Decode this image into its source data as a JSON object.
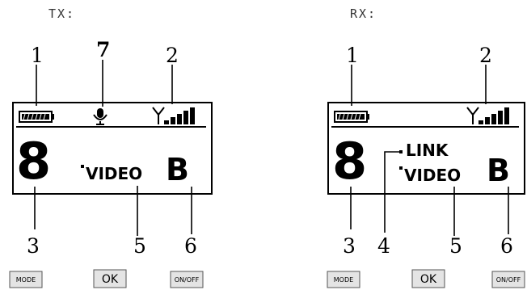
{
  "panels": {
    "tx": {
      "title": "TX:",
      "callouts": [
        "1",
        "7",
        "2",
        "3",
        "5",
        "6"
      ],
      "channel_digit": "8",
      "mode_word": "VIDEO",
      "band_letter": "B"
    },
    "rx": {
      "title": "RX:",
      "callouts": [
        "1",
        "2",
        "3",
        "4",
        "5",
        "6"
      ],
      "channel_digit": "8",
      "link_word": "LINK",
      "mode_word": "VIDEO",
      "band_letter": "B"
    }
  },
  "buttons": {
    "mode": "MODE",
    "ok": "OK",
    "onoff": "ON/OFF"
  },
  "icons": [
    "battery-icon",
    "microphone-icon",
    "antenna-icon",
    "signal-bars-icon"
  ]
}
